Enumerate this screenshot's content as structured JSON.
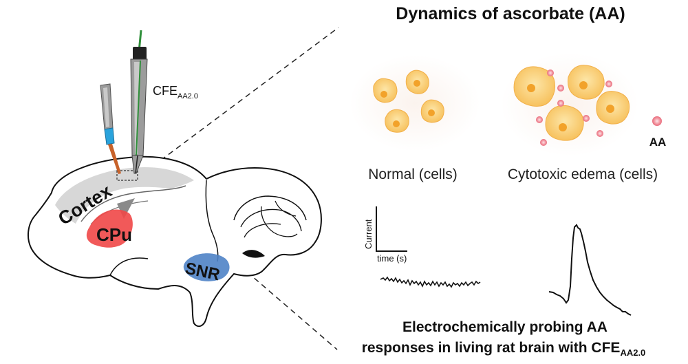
{
  "title": "Dynamics of ascorbate (AA)",
  "electrode_label": {
    "main": "CFE",
    "sub": "AA2.0"
  },
  "regions": {
    "cortex": "Cortex",
    "cpu": "CPu",
    "snr": "SNR"
  },
  "panels": {
    "normal": "Normal (cells)",
    "edema": "Cytotoxic edema (cells)"
  },
  "aa_legend": "AA",
  "axes": {
    "y": "Current",
    "x": "time (s)"
  },
  "caption": {
    "line1": "Electrochemically probing AA",
    "line2": "responses in living rat brain with CFE",
    "line2_sub": "AA2.0"
  },
  "colors": {
    "cell_fill": "#f9c86a",
    "cell_nucleus": "#f2a22a",
    "aa_dot": "#f08a96",
    "cpu_region": "#f04a4a",
    "snr_region": "#4a7ec2",
    "cortex_band": "#d4d4d4",
    "electrode_green": "#2f8f3a",
    "pipette_blue": "#2aa3dc",
    "pipette_orange": "#c8622a"
  }
}
